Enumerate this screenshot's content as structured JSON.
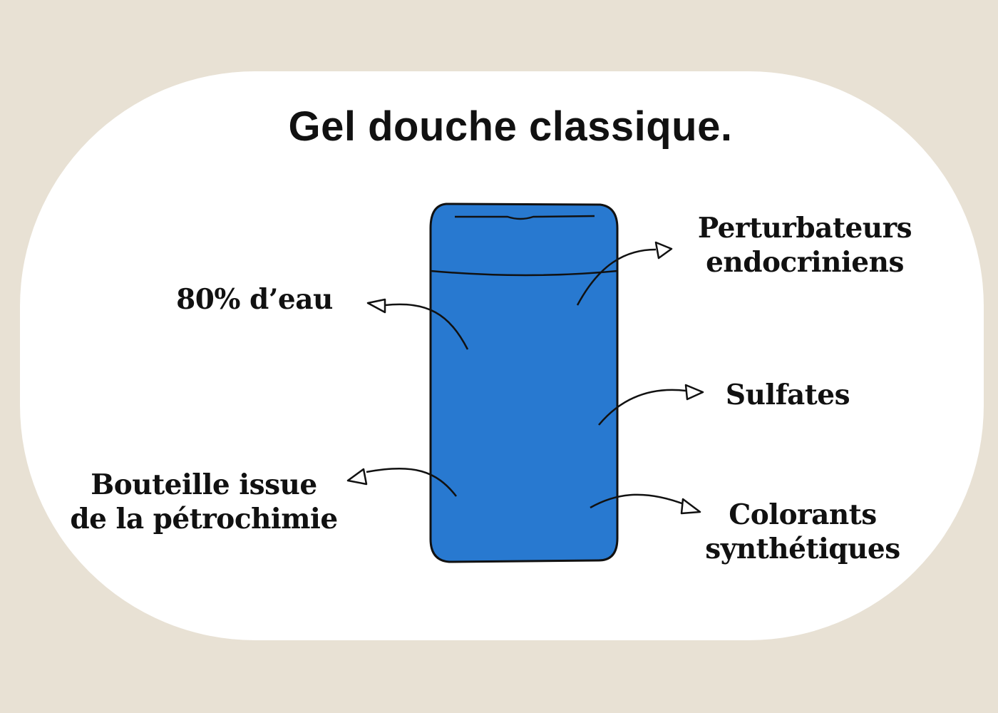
{
  "title": "Gel douche classique.",
  "labels": {
    "water": [
      "80% d’eau"
    ],
    "bottle": [
      "Bouteille issue",
      "de la pétrochimie"
    ],
    "endocrine": [
      "Perturbateurs",
      "endocriniens"
    ],
    "sulfates": [
      "Sulfates"
    ],
    "colorants": [
      "Colorants",
      "synthétiques"
    ]
  },
  "colors": {
    "background": "#e8e1d4",
    "card": "#ffffff",
    "bottle_fill": "#2879d0",
    "ink": "#111111"
  },
  "icons": {
    "bottle": "shower-gel-bottle-icon",
    "arrow": "hand-drawn-arrow-icon"
  }
}
